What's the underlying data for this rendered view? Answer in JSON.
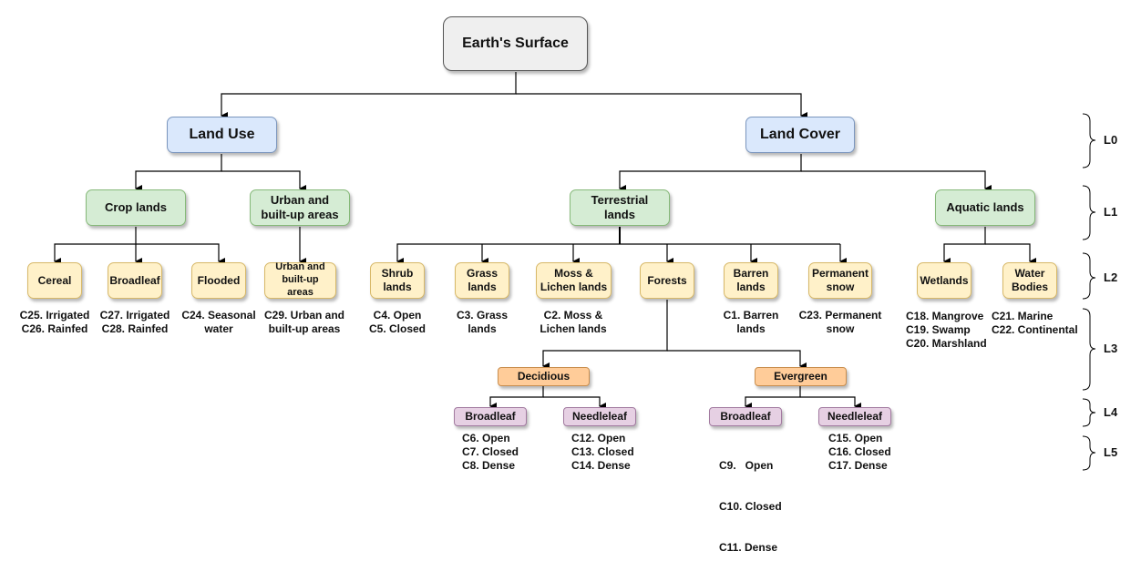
{
  "diagram": {
    "root": "Earth's Surface",
    "l0": {
      "land_use": "Land Use",
      "land_cover": "Land Cover"
    },
    "l1": {
      "crop_lands": "Crop lands",
      "urban": "Urban and built-up areas",
      "terrestrial": "Terrestrial lands",
      "aquatic": "Aquatic lands"
    },
    "l2": {
      "cereal": "Cereal",
      "broadleaf_crop": "Broadleaf",
      "flooded": "Flooded",
      "urban_sub": "Urban and built-up areas",
      "shrub": "Shrub lands",
      "grass": "Grass lands",
      "moss": "Moss & Lichen lands",
      "forests": "Forests",
      "barren": "Barren lands",
      "snow": "Permanent snow",
      "wetlands": "Wetlands",
      "water": "Water Bodies"
    },
    "forest_types": {
      "deciduous": "Decidious",
      "evergreen": "Evergreen"
    },
    "leaf_types": {
      "dec_broadleaf": "Broadleaf",
      "dec_needleleaf": "Needleleaf",
      "ever_broadleaf": "Broadleaf",
      "ever_needleleaf": "Needleleaf"
    },
    "classes": {
      "cereal": [
        "C25. Irrigated",
        "C26. Rainfed"
      ],
      "broadleaf_crop": [
        "C27. Irrigated",
        "C28. Rainfed"
      ],
      "flooded": [
        "C24. Seasonal",
        "water"
      ],
      "urban_sub": [
        "C29. Urban and",
        "built-up areas"
      ],
      "shrub": [
        "C4. Open",
        "C5. Closed"
      ],
      "grass": [
        "C3. Grass",
        "lands"
      ],
      "moss": [
        "C2. Moss &",
        "Lichen lands"
      ],
      "barren": [
        "C1. Barren",
        "lands"
      ],
      "snow": [
        "C23. Permanent",
        "snow"
      ],
      "wetlands": [
        "C18. Mangrove",
        "C19. Swamp",
        "C20. Marshland"
      ],
      "water": [
        "C21. Marine",
        "C22. Continental"
      ],
      "dec_broadleaf": [
        "C6. Open",
        "C7. Closed",
        "C8. Dense"
      ],
      "dec_needleleaf": [
        "C12. Open",
        "C13. Closed",
        "C14. Dense"
      ],
      "ever_broadleaf": [
        "C9.   Open",
        "C10. Closed",
        "C11. Dense"
      ],
      "ever_needleleaf": [
        "C15. Open",
        "C16. Closed",
        "C17. Dense"
      ]
    },
    "levels": [
      "L0",
      "L1",
      "L2",
      "L3",
      "L4",
      "L5"
    ]
  },
  "colors": {
    "root_fill": "#efefef",
    "blue_fill": "#dae8fc",
    "green_fill": "#d5ecd4",
    "yellow_fill": "#fff1c9",
    "orange_fill": "#ffcc99",
    "purple_fill": "#e6d0e3",
    "line": "#000000"
  }
}
